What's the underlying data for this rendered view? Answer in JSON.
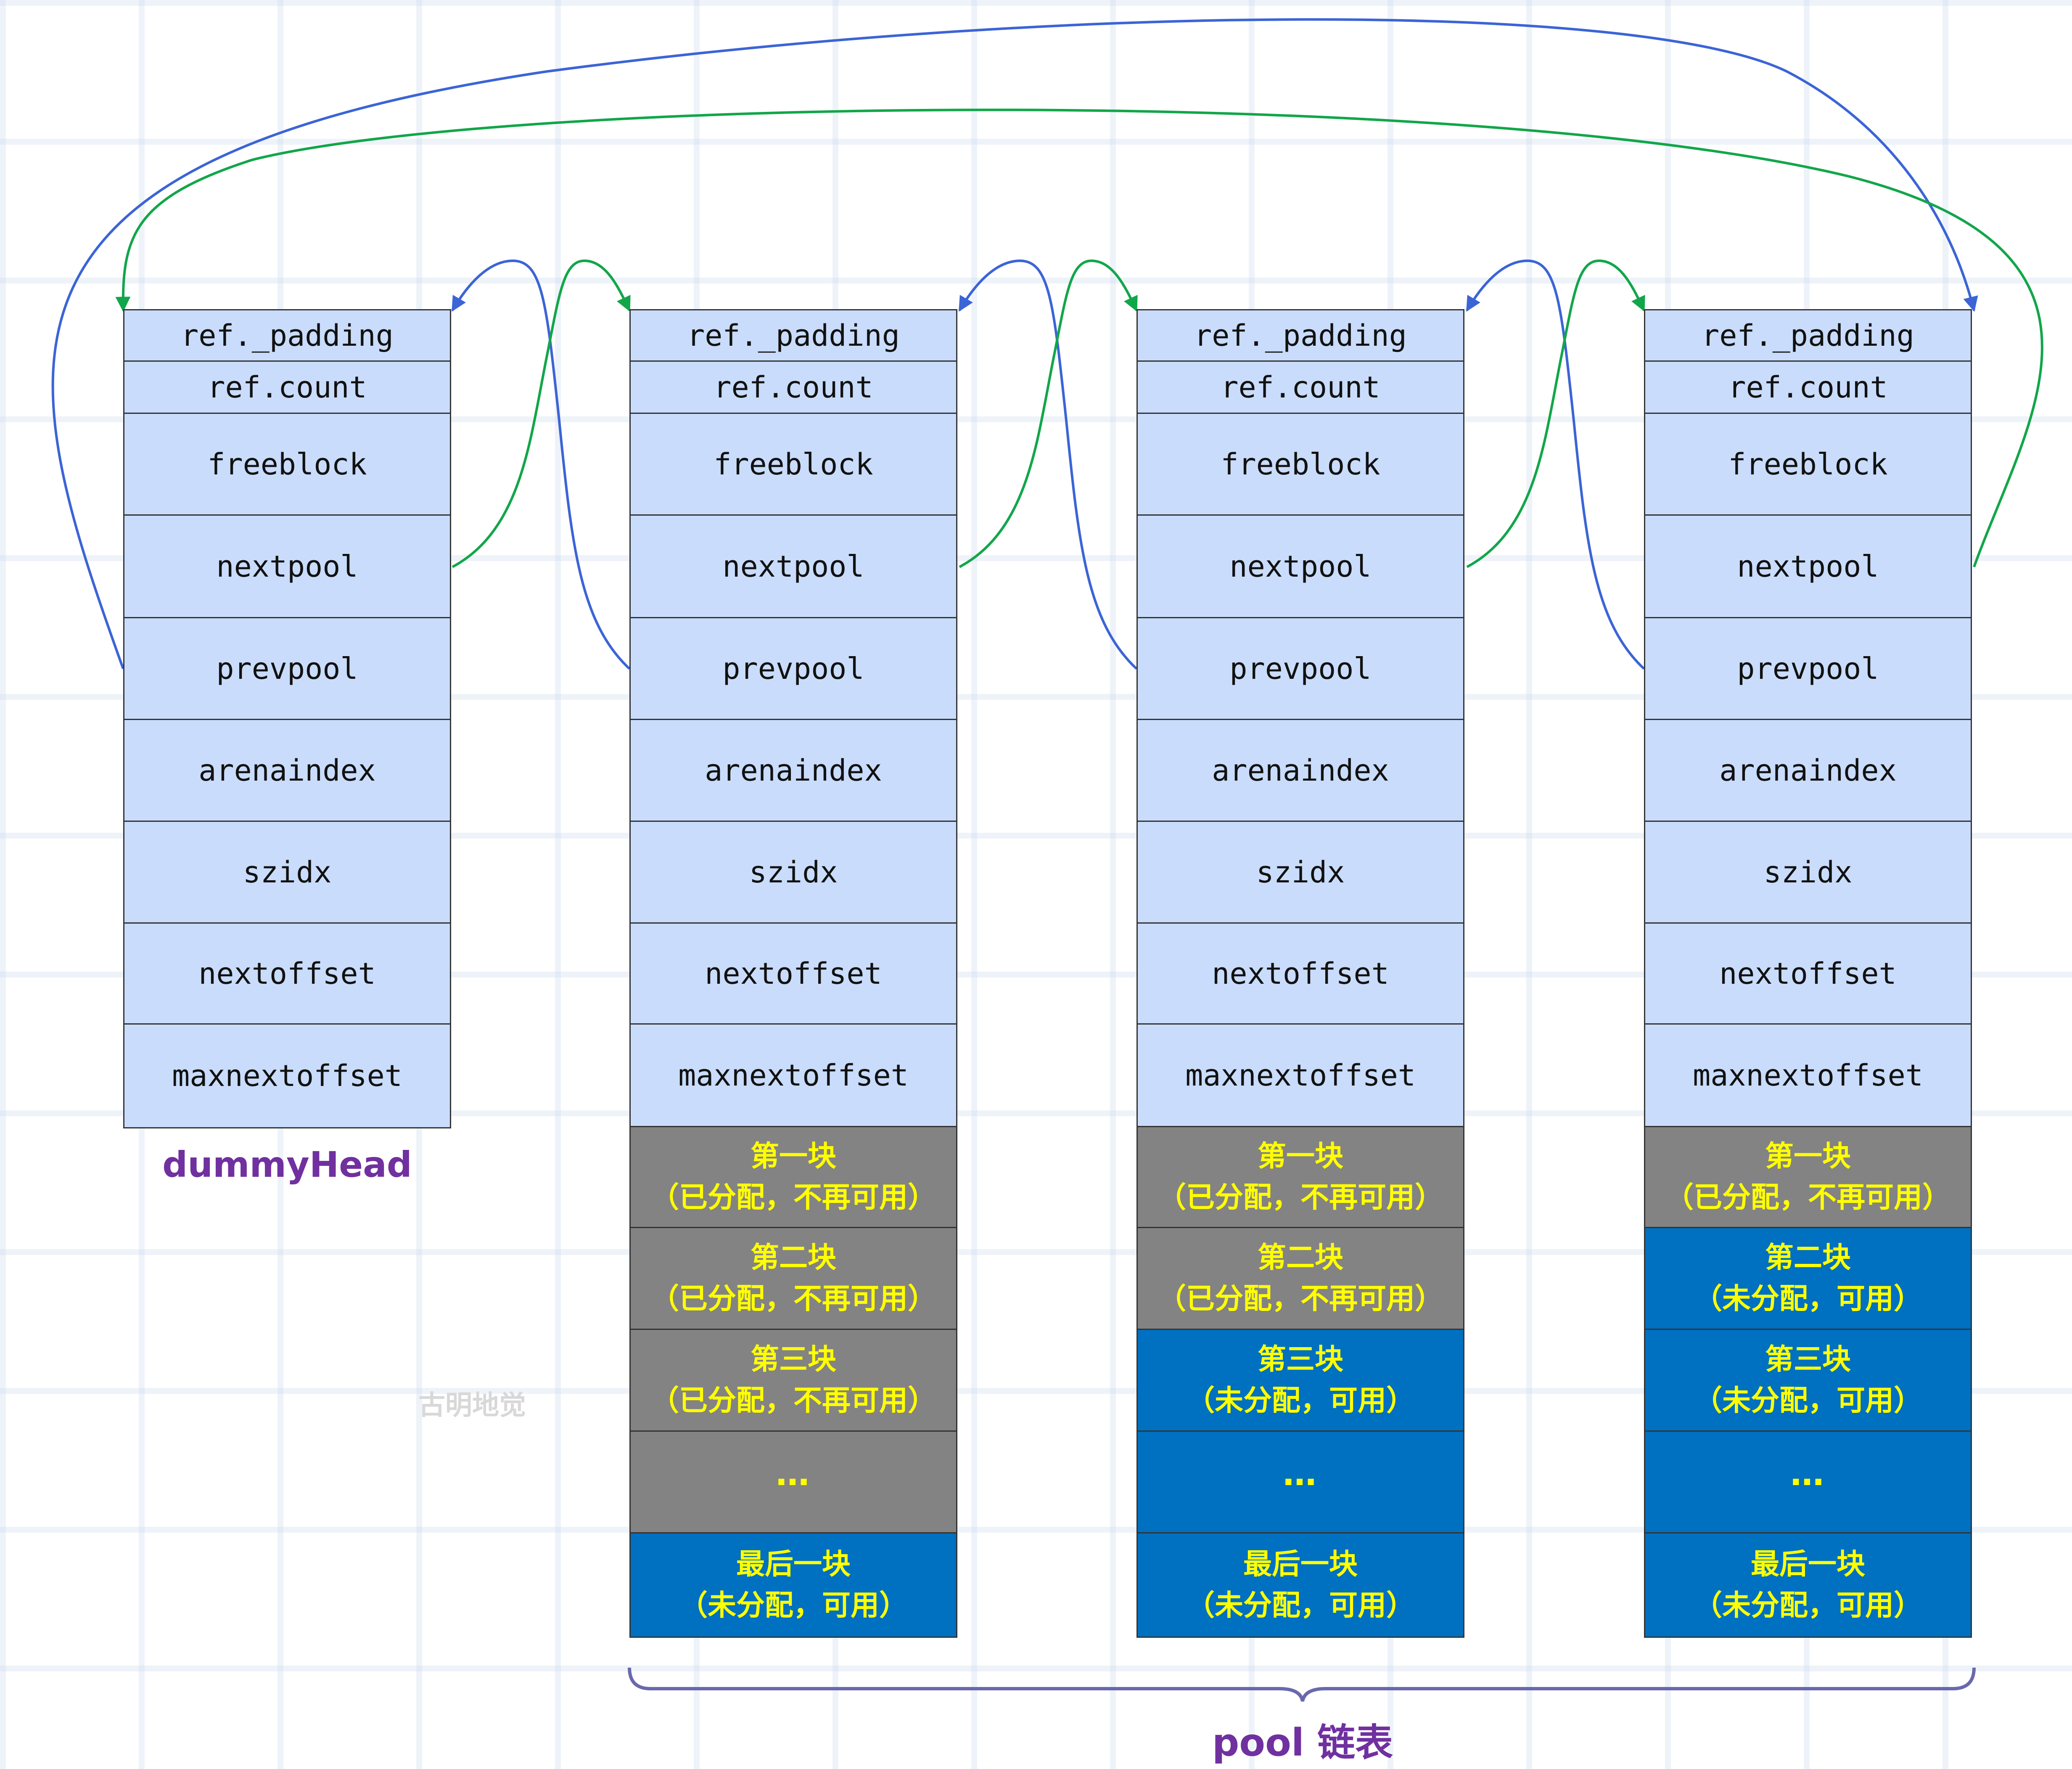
{
  "fields": [
    "ref._padding",
    "ref.count",
    "freeblock",
    "nextpool",
    "prevpool",
    "arenaindex",
    "szidx",
    "nextoffset",
    "maxnextoffset"
  ],
  "pools": [
    {
      "blocks": [
        {
          "line1": "第一块",
          "line2": "（已分配，不再可用）",
          "state": "allocated"
        },
        {
          "line1": "第二块",
          "line2": "（已分配，不再可用）",
          "state": "allocated"
        },
        {
          "line1": "第三块",
          "line2": "（已分配，不再可用）",
          "state": "allocated"
        },
        {
          "line1": "…",
          "line2": "",
          "state": "allocated"
        },
        {
          "line1": "最后一块",
          "line2": "（未分配，可用）",
          "state": "free"
        }
      ]
    },
    {
      "blocks": [
        {
          "line1": "第一块",
          "line2": "（已分配，不再可用）",
          "state": "allocated"
        },
        {
          "line1": "第二块",
          "line2": "（已分配，不再可用）",
          "state": "allocated"
        },
        {
          "line1": "第三块",
          "line2": "（未分配，可用）",
          "state": "free"
        },
        {
          "line1": "…",
          "line2": "",
          "state": "free"
        },
        {
          "line1": "最后一块",
          "line2": "（未分配，可用）",
          "state": "free"
        }
      ]
    },
    {
      "blocks": [
        {
          "line1": "第一块",
          "line2": "（已分配，不再可用）",
          "state": "allocated"
        },
        {
          "line1": "第二块",
          "line2": "（未分配，可用）",
          "state": "free"
        },
        {
          "line1": "第三块",
          "line2": "（未分配，可用）",
          "state": "free"
        },
        {
          "line1": "…",
          "line2": "",
          "state": "free"
        },
        {
          "line1": "最后一块",
          "line2": "（未分配，可用）",
          "state": "free"
        }
      ]
    }
  ],
  "labels": {
    "dummy_head": "dummyHead",
    "pool_list": "pool 链表",
    "watermark": "古明地觉"
  },
  "colors": {
    "field_fill": "#c9dcfb",
    "allocated_fill": "#838383",
    "free_fill": "#0070c0",
    "block_text": "#ffff00",
    "caption_text": "#7030a0",
    "prevpool_link": "#3b64d6",
    "nextpool_link": "#12a64a"
  }
}
